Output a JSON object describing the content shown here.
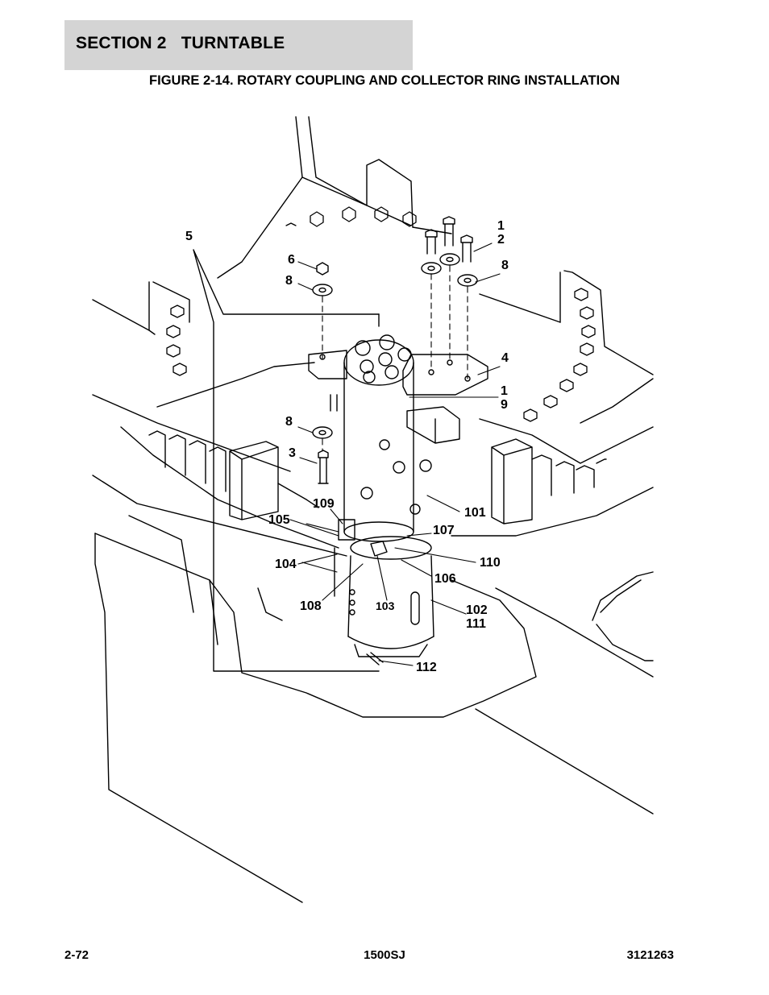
{
  "header": {
    "section": "SECTION 2   TURNTABLE",
    "figure_title": "FIGURE 2-14. ROTARY COUPLING AND COLLECTOR RING INSTALLATION"
  },
  "callouts": {
    "c1a": "1",
    "c2": "2",
    "c8a": "8",
    "c5": "5",
    "c6": "6",
    "c8b": "8",
    "c4": "4",
    "c1b": "1",
    "c9": "9",
    "c8c": "8",
    "c3": "3",
    "c109": "109",
    "c101": "101",
    "c105": "105",
    "c107": "107",
    "c110": "110",
    "c104": "104",
    "c106": "106",
    "c108": "108",
    "c103": "103",
    "c102": "102",
    "c111": "111",
    "c112": "112"
  },
  "footer": {
    "page": "2-72",
    "model": "1500SJ",
    "doc_number": "3121263"
  }
}
